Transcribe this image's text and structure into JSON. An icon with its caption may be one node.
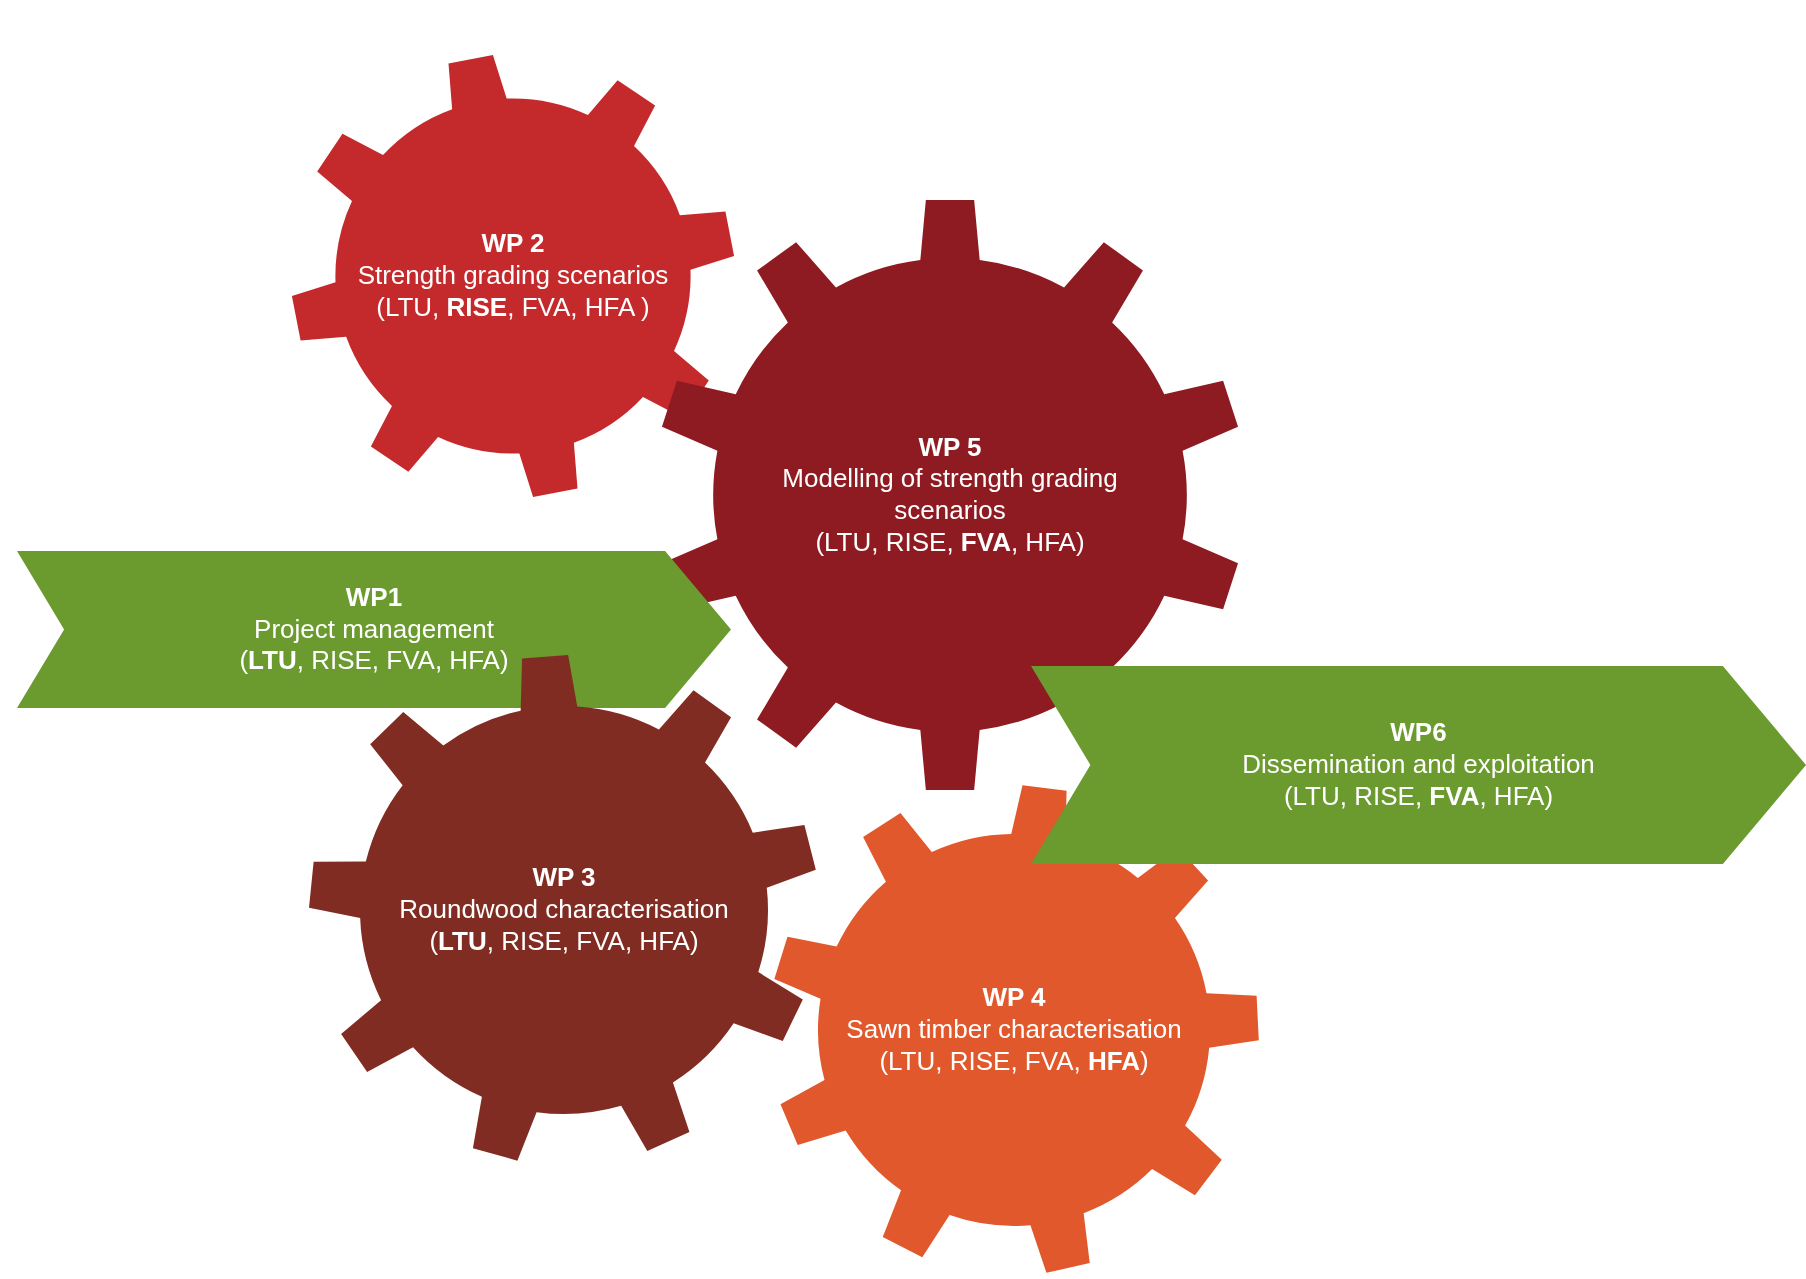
{
  "diagram": {
    "nodes": [
      {
        "text": [
          "WP 2",
          "Strength grading scenarios",
          "(LTU, **RISE**, FVA, HFA )"
        ]
      },
      {
        "text": [
          "WP 5",
          "Modelling of strength grading scenarios",
          "(LTU, RISE, **FVA**, HFA)"
        ]
      },
      {
        "text": [
          "WP1",
          "Project management",
          "(**LTU**, RISE, FVA, HFA)"
        ]
      },
      {
        "text": [
          "WP6",
          "Dissemination and exploitation",
          "(LTU, RISE, **FVA**, HFA)"
        ]
      },
      {
        "text": [
          "WP 3",
          "Roundwood characterisation",
          "(**LTU**, RISE, FVA, HFA)"
        ]
      },
      {
        "text": [
          "WP 4",
          "Sawn timber characterisation",
          "(LTU, RISE, FVA, **HFA**)"
        ]
      }
    ]
  }
}
